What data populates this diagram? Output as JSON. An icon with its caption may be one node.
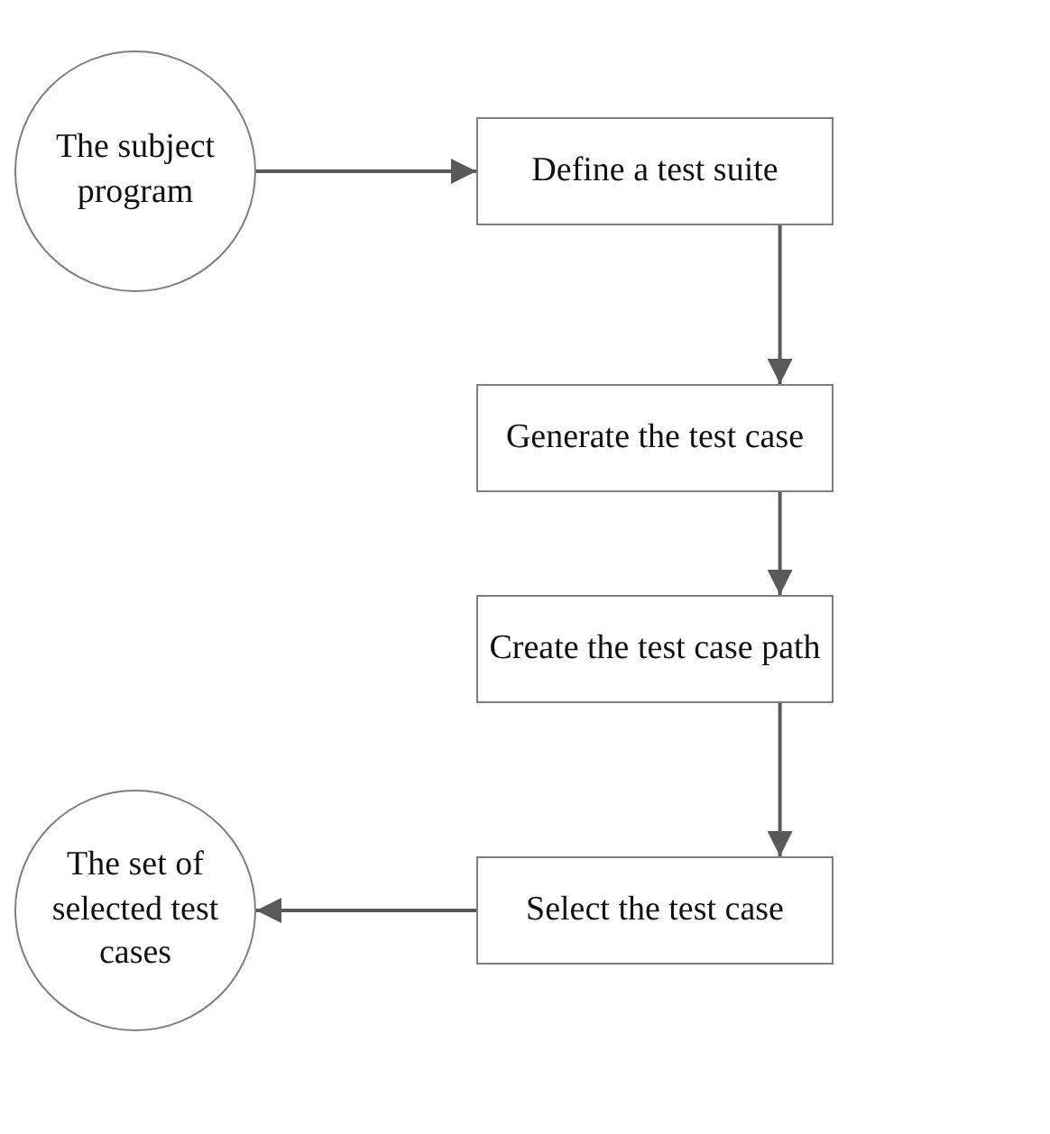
{
  "diagram": {
    "nodes": [
      {
        "text": [
          "The subject program"
        ]
      },
      {
        "text": [
          "Define a test suite"
        ]
      },
      {
        "text": [
          "Generate the test case"
        ]
      },
      {
        "text": [
          "Create the test case path"
        ]
      },
      {
        "text": [
          "Select the test case"
        ]
      },
      {
        "text": [
          "The set of selected test cases"
        ]
      }
    ],
    "edges": [
      {
        "from": 0,
        "to": 1,
        "arrow": "to"
      },
      {
        "from": 1,
        "to": 2,
        "arrow": "to"
      },
      {
        "from": 2,
        "to": 3,
        "arrow": "to"
      },
      {
        "from": 3,
        "to": 4,
        "arrow": "to"
      },
      {
        "from": 4,
        "to": 5,
        "arrow": "to"
      }
    ]
  }
}
